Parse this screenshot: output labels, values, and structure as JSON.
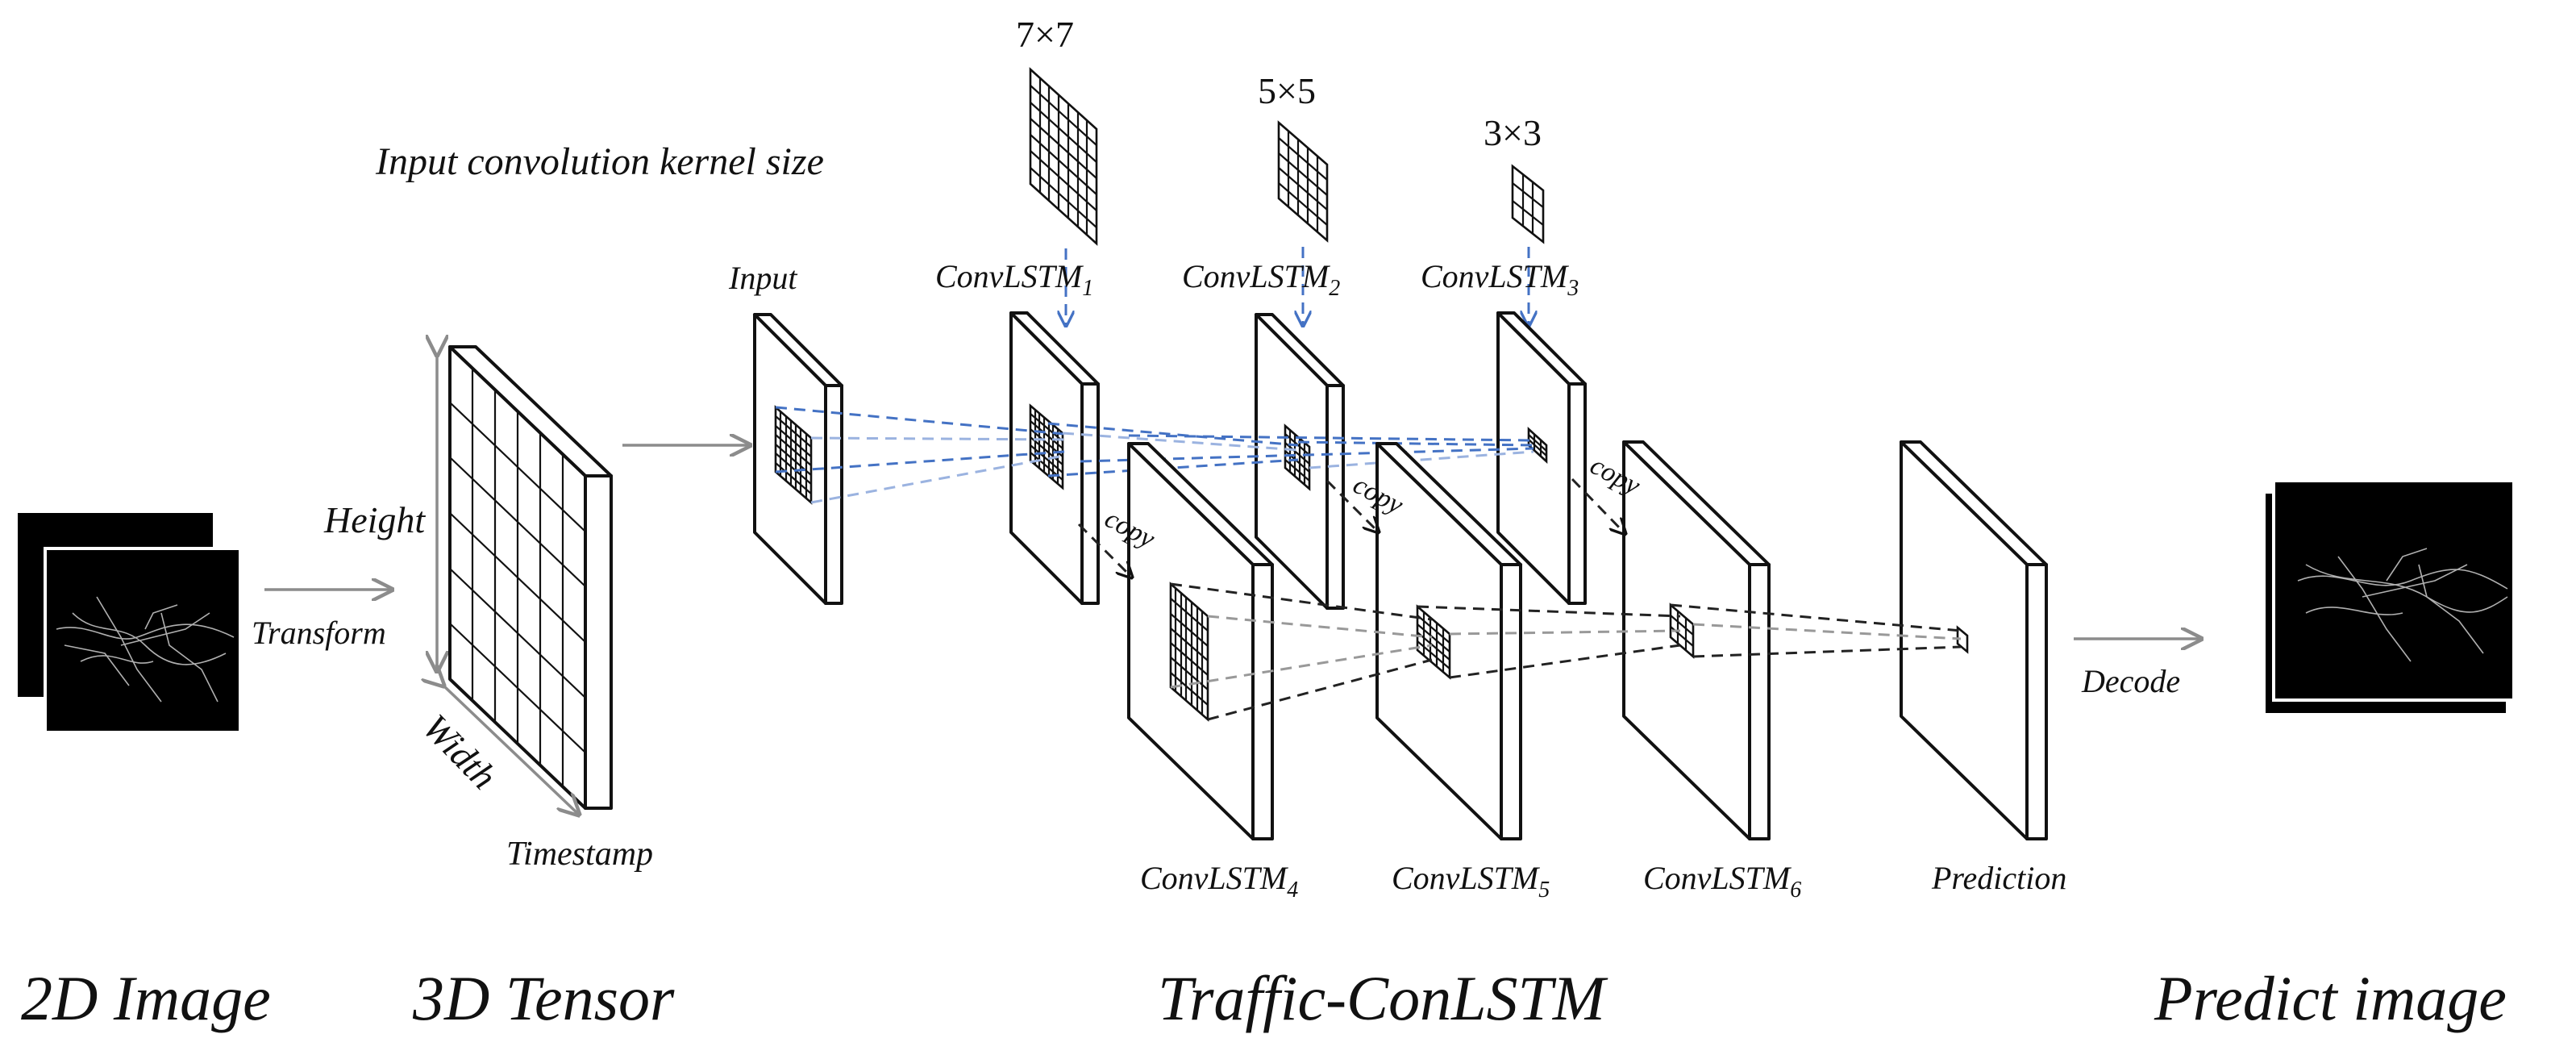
{
  "annotations": {
    "kernel_caption": "Input convolution kernel size",
    "kernel_7": "7×7",
    "kernel_5": "5×5",
    "kernel_3": "3×3",
    "height": "Height",
    "width": "Width",
    "timestamp": "Timestamp",
    "transform": "Transform",
    "decode": "Decode",
    "copy": "copy"
  },
  "layers": {
    "input": "Input",
    "convlstm_base": "ConvLSTM",
    "sub1": "1",
    "sub2": "2",
    "sub3": "3",
    "sub4": "4",
    "sub5": "5",
    "sub6": "6",
    "prediction": "Prediction"
  },
  "section_labels": {
    "image_2d": "2D Image",
    "tensor_3d": "3D Tensor",
    "model": "Traffic-ConLSTM",
    "predict": "Predict image"
  },
  "colors": {
    "forward_dash": "#4472c4",
    "decoder_dash": "#222222",
    "flow_arrow": "#8c8c8c",
    "image_background": "#000000"
  }
}
